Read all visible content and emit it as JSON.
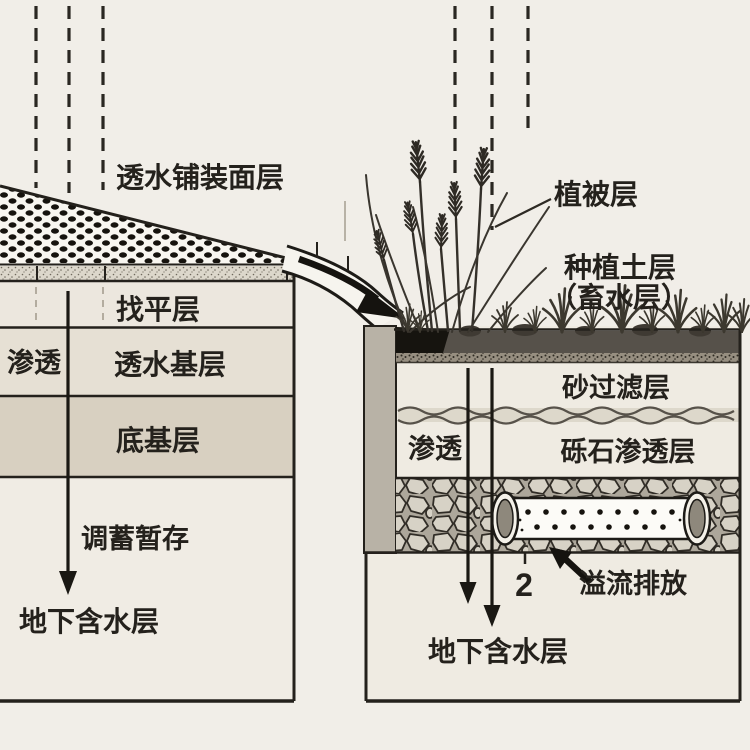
{
  "diagram": {
    "left": {
      "surface_label": "透水铺装面层",
      "leveling_label": "找平层",
      "infiltration_label": "渗透",
      "base_label": "透水基层",
      "subbase_label": "底基层",
      "storage_label": "调蓄暂存",
      "aquifer_label": "地下含水层"
    },
    "right": {
      "vegetation_label": "植被层",
      "soil_label": "种植土层",
      "soil_sub_label": "（畜水层）",
      "sand_filter_label": "砂过滤层",
      "infiltration_label": "渗透",
      "gravel_label": "砾石渗透层",
      "overflow_number": "2",
      "overflow_label": "溢流排放",
      "aquifer_label": "地下含水层"
    },
    "colors": {
      "background": "#f1eee8",
      "ink": "#24211c",
      "subbase_fill": "#d8d0c1",
      "wall_fill": "#b8b2a6",
      "soil_fill": "#56514a",
      "stone_fill": "#d7d2c6"
    }
  }
}
